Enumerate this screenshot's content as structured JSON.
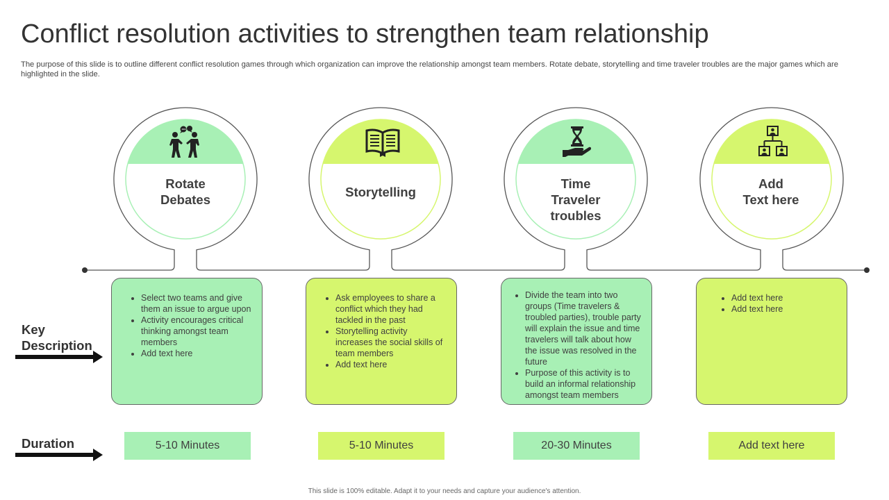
{
  "slide": {
    "title": "Conflict resolution activities to strengthen team relationship",
    "subtitle": "The purpose of this slide is to outline different conflict resolution games through which organization can improve the relationship amongst team members. Rotate debate, storytelling and time traveler troubles are the major games which are highlighted in the slide.",
    "footer": "This slide is 100% editable. Adapt it to your needs and capture your audience's attention."
  },
  "labels": {
    "key_description": "Key\nDescription",
    "duration": "Duration"
  },
  "colors": {
    "green": "#a8f0b5",
    "lime": "#d6f66e",
    "outline": "#555555",
    "icon": "#222222"
  },
  "activities": [
    {
      "title": "Rotate\nDebates",
      "icon": "debate-people-icon",
      "theme": "green",
      "bullets": [
        "Select two teams and give them an issue to argue upon",
        "Activity encourages critical thinking amongst team members",
        "Add text here"
      ],
      "duration": "5-10 Minutes"
    },
    {
      "title": "Storytelling",
      "icon": "open-book-icon",
      "theme": "lime",
      "bullets": [
        "Ask employees to share a conflict which they had tackled in the past",
        "Storytelling activity increases the social skills of team members",
        "Add text here"
      ],
      "duration": "5-10 Minutes"
    },
    {
      "title": "Time\nTraveler\ntroubles",
      "icon": "hourglass-hand-icon",
      "theme": "green",
      "bullets": [
        "Divide  the team into two groups (Time travelers &  troubled parties), trouble party will explain the issue and time travelers  will talk about how the issue was resolved  in the future",
        "Purpose of this activity is to build an informal relationship amongst team members"
      ],
      "duration": "20-30 Minutes"
    },
    {
      "title": "Add\nText here",
      "icon": "org-chart-icon",
      "theme": "lime",
      "bullets": [
        "Add text here",
        "Add text here"
      ],
      "duration": "Add text here"
    }
  ]
}
